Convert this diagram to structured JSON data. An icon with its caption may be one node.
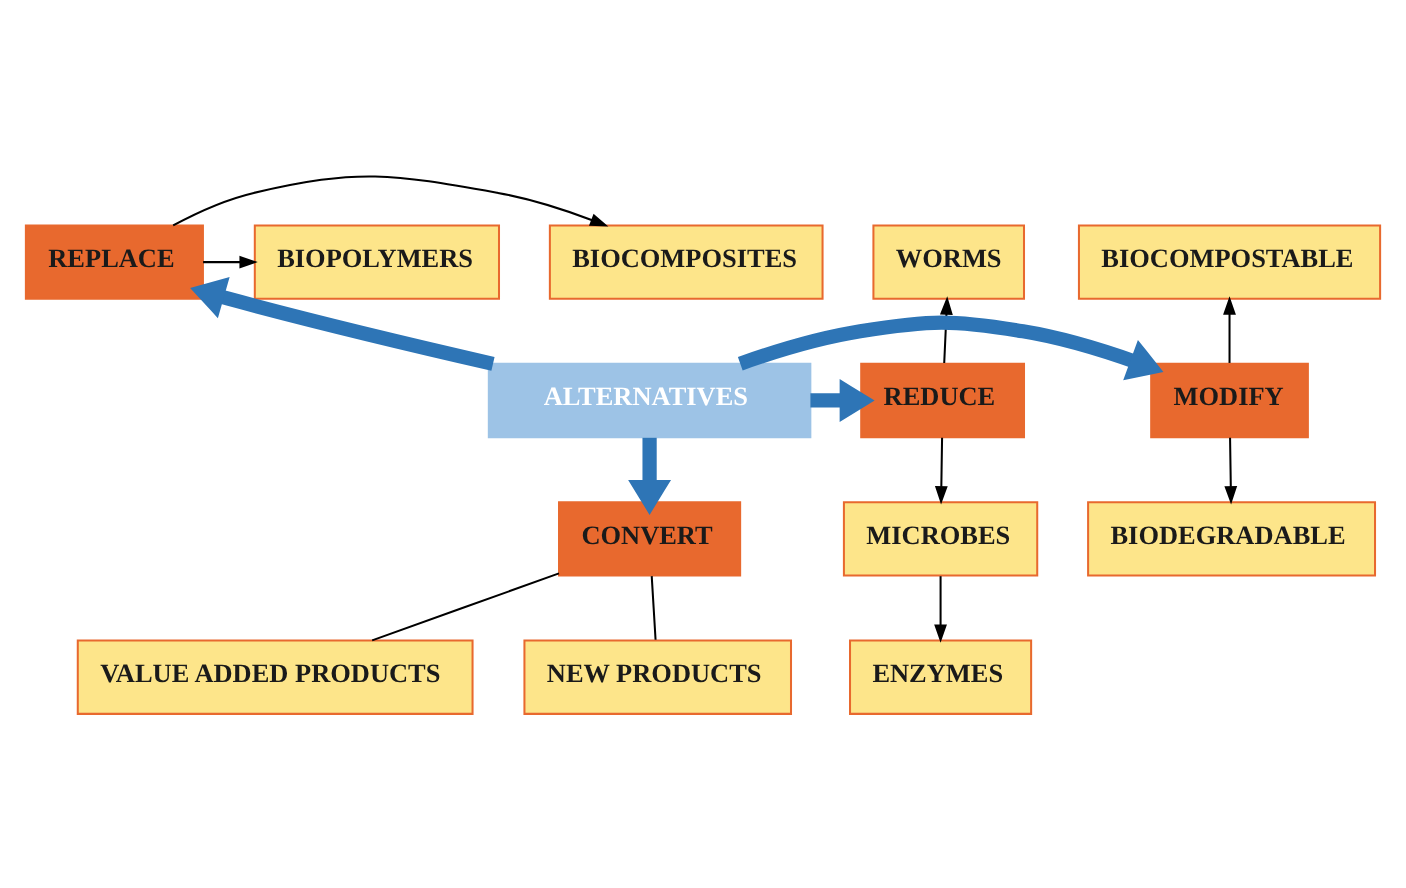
{
  "diagram": {
    "nodes": [
      {
        "text": [
          "BIOCOMPOSITES"
        ]
      },
      {
        "text": [
          "REPLACE"
        ]
      },
      {
        "text": [
          "BIOPOLYMERS"
        ]
      },
      {
        "text": [
          "WORMS"
        ]
      },
      {
        "text": [
          "BIOCOMPOSTABLE"
        ]
      },
      {
        "text": [
          "REDUCE"
        ]
      },
      {
        "text": [
          "ALTERNATIVES"
        ]
      },
      {
        "text": [
          "MODIFY"
        ]
      },
      {
        "text": [
          "MICROBES"
        ]
      },
      {
        "text": [
          "BIODEGRADABLE"
        ]
      },
      {
        "text": [
          "ENZYMES"
        ]
      },
      {
        "text": [
          "CONVERT"
        ]
      },
      {
        "text": [
          "NEW PRODUCTS"
        ]
      },
      {
        "text": [
          "VALUE ADDED PRODUCTS"
        ]
      }
    ],
    "edges": [
      {
        "from": 1,
        "to": 0,
        "arrow": "to"
      },
      {
        "from": 1,
        "to": 2,
        "arrow": "to"
      },
      {
        "from": 6,
        "to": 1,
        "arrow": "to",
        "style": "thick",
        "color": "#2e75b6"
      },
      {
        "from": 6,
        "to": 5,
        "arrow": "to",
        "style": "thick",
        "color": "#2e75b6"
      },
      {
        "from": 6,
        "to": 7,
        "arrow": "to",
        "style": "thick",
        "color": "#2e75b6"
      },
      {
        "from": 6,
        "to": 11,
        "arrow": "to",
        "style": "thick",
        "color": "#2e75b6"
      },
      {
        "from": 5,
        "to": 3,
        "arrow": "to"
      },
      {
        "from": 5,
        "to": 8,
        "arrow": "to"
      },
      {
        "from": 8,
        "to": 10,
        "arrow": "to"
      },
      {
        "from": 7,
        "to": 4,
        "arrow": "to"
      },
      {
        "from": 7,
        "to": 9,
        "arrow": "to"
      },
      {
        "from": 11,
        "to": 12,
        "arrow": "none"
      },
      {
        "from": 11,
        "to": 13,
        "arrow": "none"
      }
    ]
  }
}
